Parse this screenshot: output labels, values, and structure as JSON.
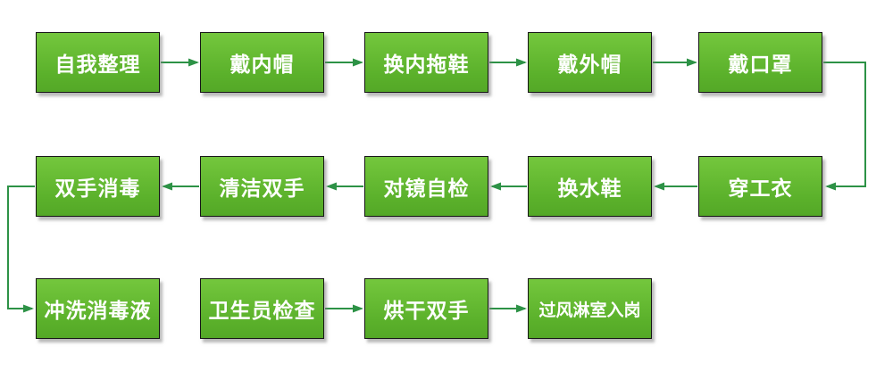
{
  "diagram": {
    "type": "flowchart",
    "description_note": "dressing and hygiene procedure flow, three rows, serpentine direction"
  },
  "nodes": [
    {
      "label": "自我整理"
    },
    {
      "label": "戴内帽"
    },
    {
      "label": "换内拖鞋"
    },
    {
      "label": "戴外帽"
    },
    {
      "label": "戴口罩"
    },
    {
      "label": "穿工衣"
    },
    {
      "label": "换水鞋"
    },
    {
      "label": "对镜自检"
    },
    {
      "label": "清洁双手"
    },
    {
      "label": "双手消毒"
    },
    {
      "label": "冲洗消毒液"
    },
    {
      "label": "卫生员检查"
    },
    {
      "label": "烘干双手"
    },
    {
      "label": "过风淋室入岗"
    }
  ],
  "edges": [
    {
      "from": "自我整理",
      "to": "戴内帽"
    },
    {
      "from": "戴内帽",
      "to": "换内拖鞋"
    },
    {
      "from": "换内拖鞋",
      "to": "戴外帽"
    },
    {
      "from": "戴外帽",
      "to": "戴口罩"
    },
    {
      "from": "戴口罩",
      "to": "穿工衣"
    },
    {
      "from": "穿工衣",
      "to": "换水鞋"
    },
    {
      "from": "换水鞋",
      "to": "对镜自检"
    },
    {
      "from": "对镜自检",
      "to": "清洁双手"
    },
    {
      "from": "清洁双手",
      "to": "双手消毒"
    },
    {
      "from": "双手消毒",
      "to": "冲洗消毒液"
    },
    {
      "from": "卫生员检查",
      "to": "烘干双手"
    },
    {
      "from": "烘干双手",
      "to": "过风淋室入岗"
    }
  ],
  "colors": {
    "box_gradient_top": "#74c73d",
    "box_gradient_bottom": "#5bb12b",
    "box_border": "#151515",
    "arrow": "#2d9246",
    "text": "#ffffff"
  }
}
